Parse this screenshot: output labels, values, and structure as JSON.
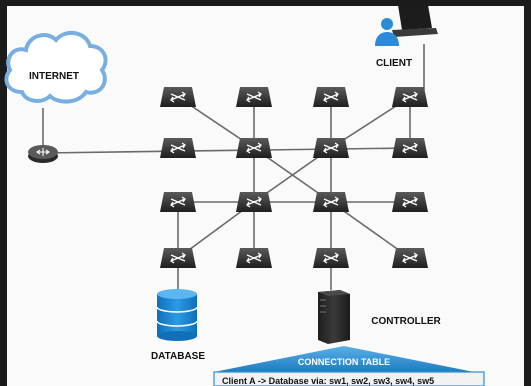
{
  "labels": {
    "internet": "INTERNET",
    "client": "CLIENT",
    "database": "DATABASE",
    "controller": "CONTROLLER"
  },
  "connection_table": {
    "title": "CONNECTION TABLE",
    "entry": "Client A -> Database via: sw1, sw2, sw3, sw4, sw5"
  },
  "colors": {
    "frame": "#1b1b1b",
    "canvas": "#fafafa",
    "link": "#6a6a6a",
    "switch": "#2e2e2e",
    "cloud_stroke": "#79aee0",
    "database": "#1a86d6",
    "table_header": "#2f8fd1"
  }
}
